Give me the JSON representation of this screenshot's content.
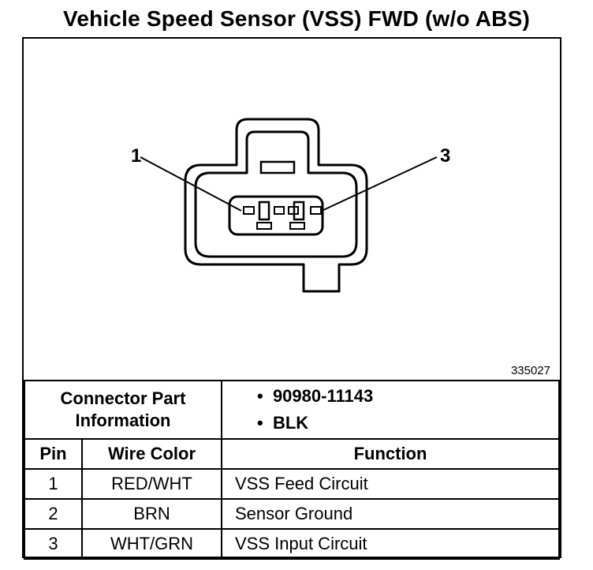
{
  "title": "Vehicle Speed Sensor (VSS) FWD (w/o ABS)",
  "figure_id": "335027",
  "pin_labels": [
    "1",
    "3"
  ],
  "connector_info": {
    "label_line1": "Connector Part",
    "label_line2": "Information",
    "items": [
      "90980-11143",
      "BLK"
    ]
  },
  "table": {
    "headers": [
      "Pin",
      "Wire Color",
      "Function"
    ],
    "rows": [
      {
        "pin": "1",
        "color": "RED/WHT",
        "function": "VSS Feed Circuit"
      },
      {
        "pin": "2",
        "color": "BRN",
        "function": "Sensor Ground"
      },
      {
        "pin": "3",
        "color": "WHT/GRN",
        "function": "VSS Input Circuit"
      }
    ]
  }
}
